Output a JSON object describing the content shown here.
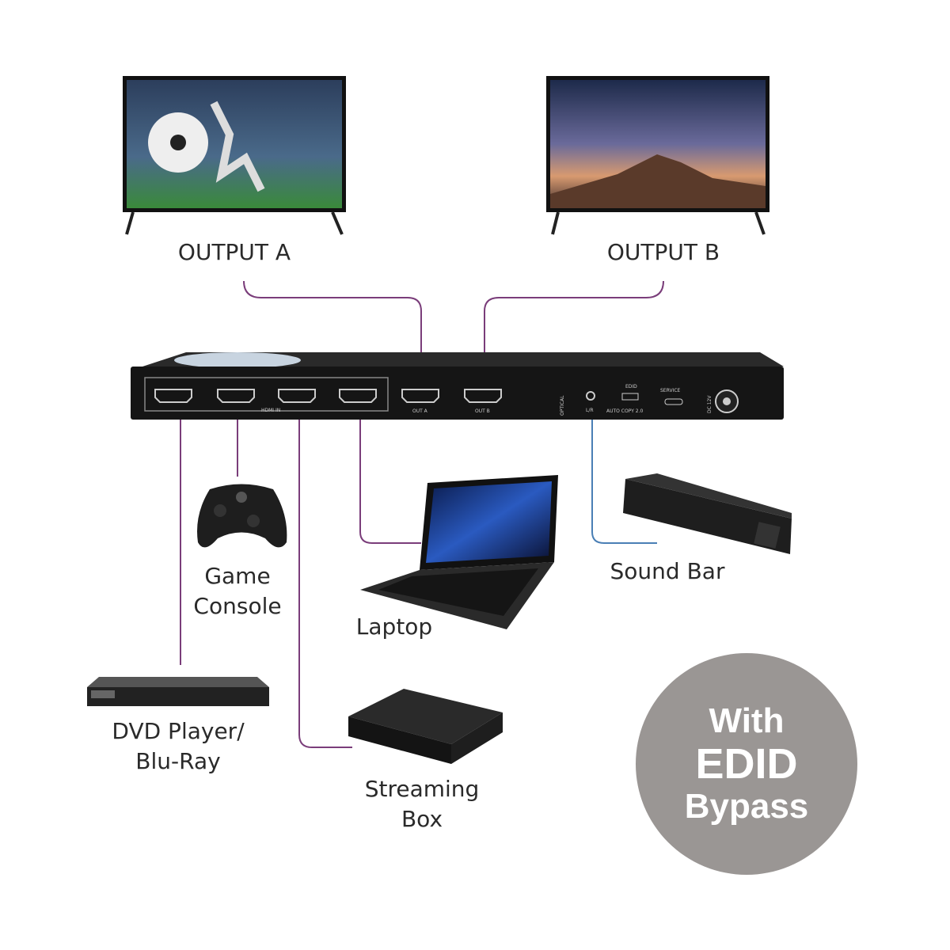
{
  "outputs": [
    {
      "label": "OUTPUT A",
      "port_label": "OUT A"
    },
    {
      "label": "OUTPUT B",
      "port_label": "OUT B"
    }
  ],
  "device": {
    "inputs_label": "HDMI IN",
    "optical_label": "OPTICAL",
    "lr_label": "L/R",
    "edid_label": "EDID",
    "edid_switch_label": "AUTO COPY 2.0",
    "service_label": "SERVICE",
    "power_label": "DC 12V"
  },
  "sources": {
    "game_console": {
      "line1": "Game",
      "line2": "Console"
    },
    "laptop": {
      "line1": "Laptop"
    },
    "sound_bar": {
      "line1": "Sound Bar"
    },
    "dvd": {
      "line1": "DVD Player/",
      "line2": "Blu-Ray"
    },
    "streaming": {
      "line1": "Streaming",
      "line2": "Box"
    }
  },
  "badge": {
    "line1": "With",
    "line2": "EDID",
    "line3": "Bypass"
  },
  "colors": {
    "hdmi_line": "#7a3d7a",
    "audio_line": "#4a7fb5",
    "badge": "#9a9694"
  }
}
